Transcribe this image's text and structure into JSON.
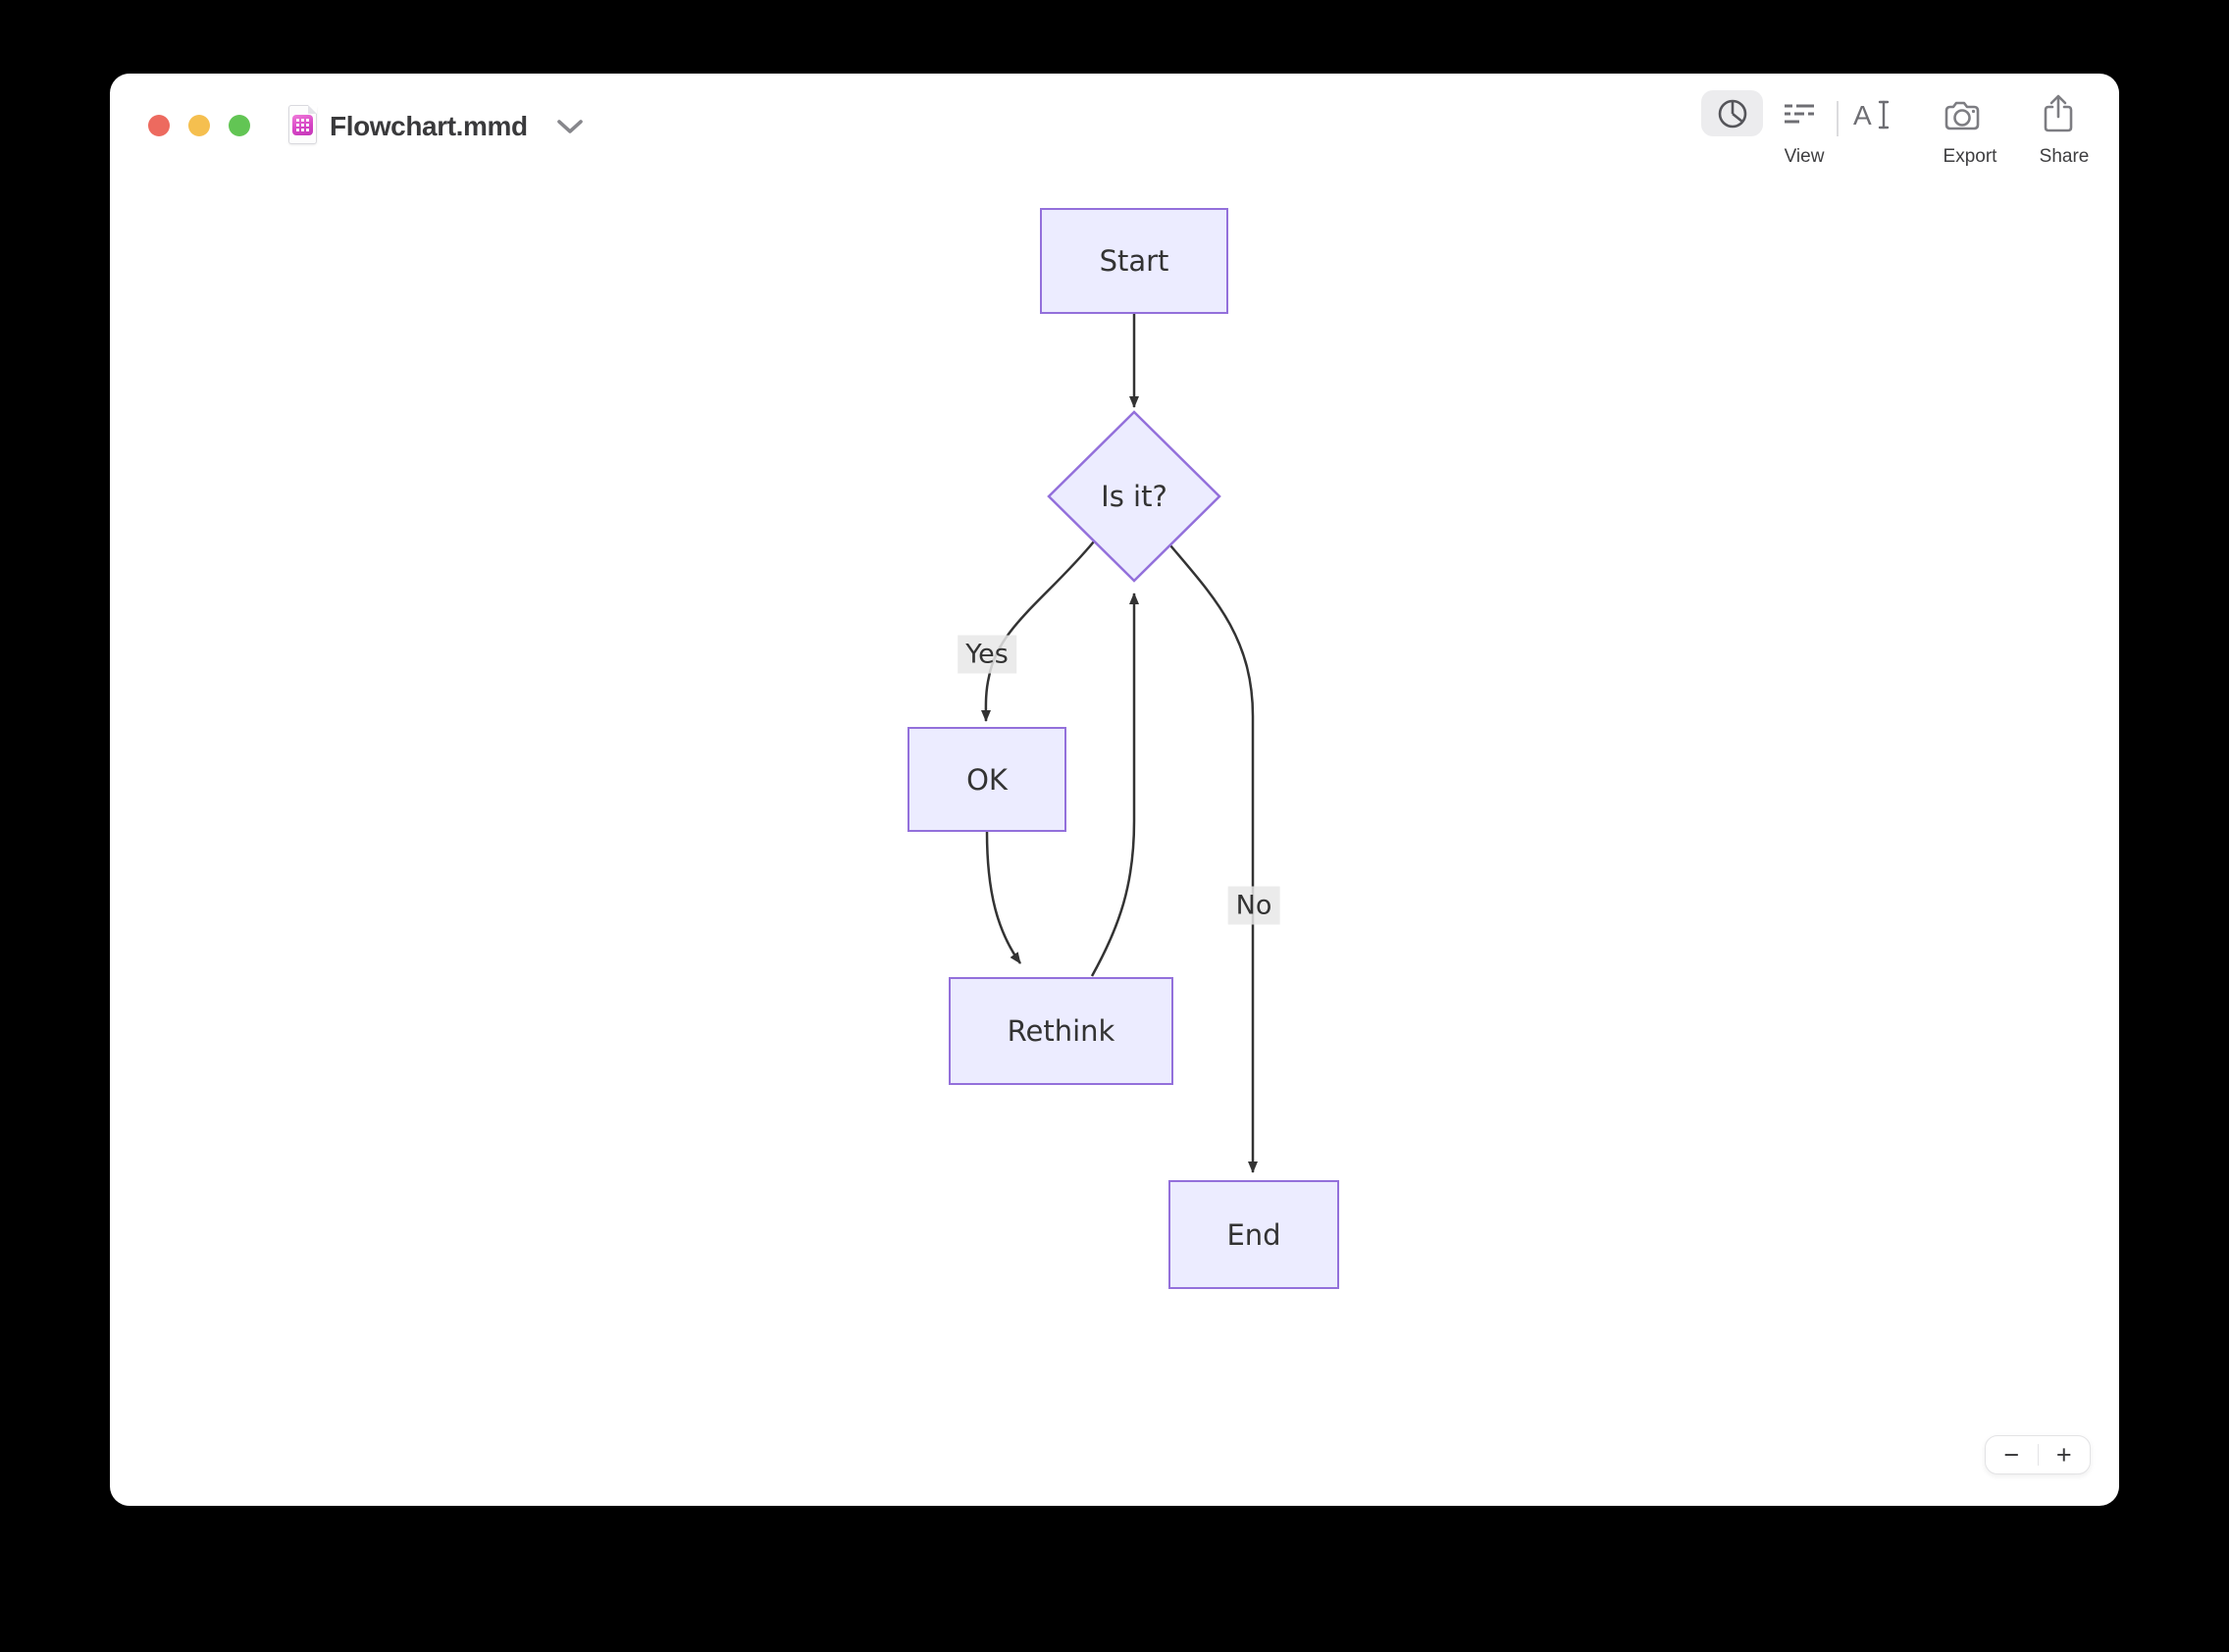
{
  "window": {
    "title": "Flowchart.mmd"
  },
  "toolbar": {
    "view_label": "View",
    "export_label": "Export",
    "share_label": "Share"
  },
  "flowchart": {
    "type": "mermaid-flowchart",
    "nodes": {
      "start": {
        "label": "Start",
        "shape": "rect"
      },
      "decision": {
        "label": "Is it?",
        "shape": "diamond"
      },
      "ok": {
        "label": "OK",
        "shape": "rect"
      },
      "rethink": {
        "label": "Rethink",
        "shape": "rect"
      },
      "end": {
        "label": "End",
        "shape": "rect"
      }
    },
    "edges": [
      {
        "from": "start",
        "to": "decision",
        "label": ""
      },
      {
        "from": "decision",
        "to": "ok",
        "label": "Yes"
      },
      {
        "from": "ok",
        "to": "rethink",
        "label": ""
      },
      {
        "from": "rethink",
        "to": "decision",
        "label": ""
      },
      {
        "from": "decision",
        "to": "end",
        "label": "No"
      }
    ],
    "edge_labels": {
      "yes": "Yes",
      "no": "No"
    },
    "colors": {
      "node_fill": "#ECECFF",
      "node_border": "#9370DB",
      "edge": "#333333",
      "edge_label_bg": "#E8E8E8",
      "text": "#333333"
    }
  },
  "zoom_controls": {
    "minus_label": "−",
    "plus_label": "+"
  }
}
